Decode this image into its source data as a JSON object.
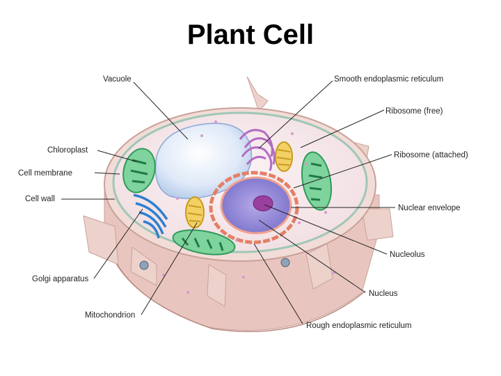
{
  "title": "Plant Cell",
  "labels": {
    "vacuole": "Vacuole",
    "smooth_er": "Smooth endoplasmic reticulum",
    "ribosome_free": "Ribosome (free)",
    "chloroplast": "Chloroplast",
    "ribosome_attached": "Ribosome (attached)",
    "cell_membrane": "Cell membrane",
    "cell_wall": "Cell wall",
    "nuclear_envelope": "Nuclear envelope",
    "nucleolus": "Nucleolus",
    "golgi": "Golgi apparatus",
    "nucleus": "Nucleus",
    "mitochondrion": "Mitochondrion",
    "rough_er": "Rough endoplasmic reticulum"
  }
}
